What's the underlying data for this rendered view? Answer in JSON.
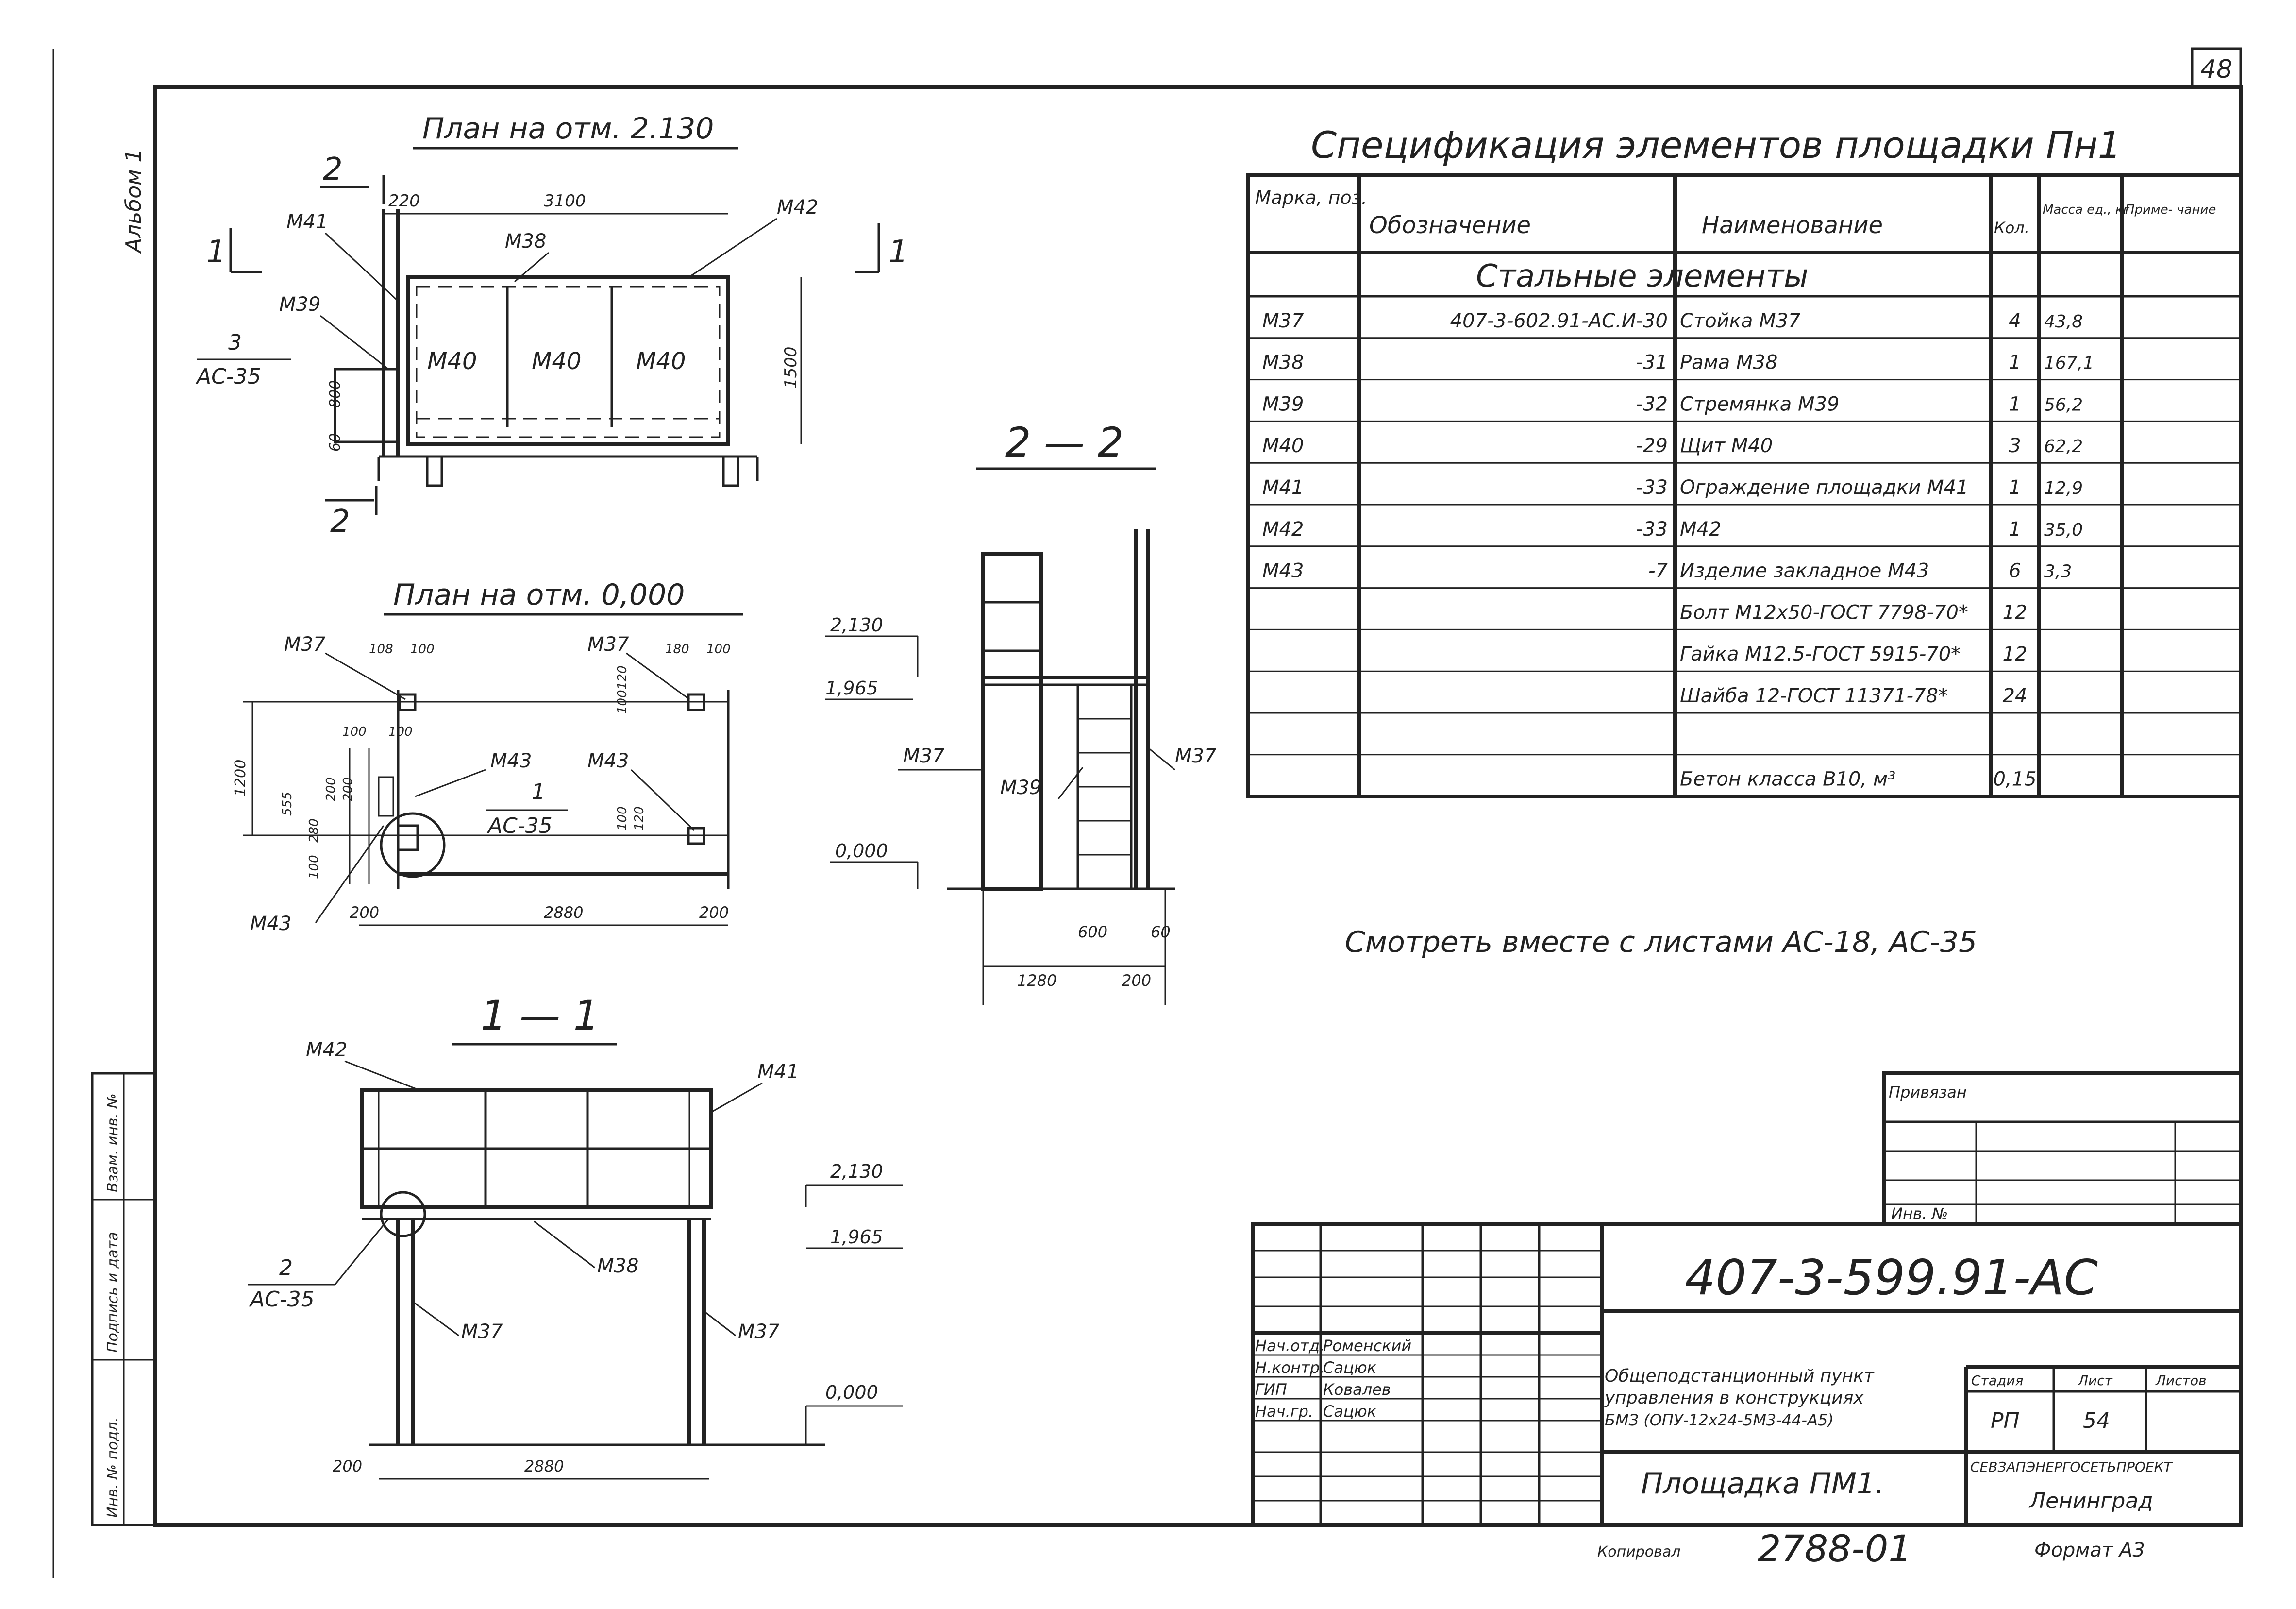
{
  "sheet_number": "48",
  "margin_notes": {
    "top": "Альбом 1",
    "bottom": "Взам. инв. №",
    "signature": "Подпись и дата",
    "inventory": "Инв. № подл."
  },
  "plan_top": {
    "title": "План на отм. 2.130",
    "section_marks": [
      "2",
      "2",
      "1",
      "1"
    ],
    "labels": [
      "М41",
      "М38",
      "М42",
      "М39",
      "М40",
      "М40",
      "М40"
    ],
    "callout": {
      "number": "3",
      "sheet": "АС-35"
    },
    "dims": [
      "220",
      "3100",
      "1500",
      "800",
      "60"
    ]
  },
  "plan_bottom": {
    "title": "План на отм. 0,000",
    "labels": [
      "М37",
      "М37",
      "М43",
      "М43",
      "М43"
    ],
    "callout": {
      "number": "1",
      "sheet": "АС-35"
    },
    "dims": [
      "108",
      "100",
      "180",
      "100",
      "100",
      "100",
      "120",
      "100",
      "200",
      "200",
      "280",
      "100",
      "120",
      "100",
      "1200",
      "555",
      "200",
      "2880",
      "200"
    ]
  },
  "section_22": {
    "title": "2 — 2",
    "levels": [
      "2,130",
      "1,965",
      "0,000"
    ],
    "labels": [
      "М37",
      "М39",
      "М37"
    ],
    "dims": [
      "600",
      "60",
      "1280",
      "200"
    ]
  },
  "section_11": {
    "title": "1 — 1",
    "labels": [
      "М42",
      "М41",
      "М38",
      "М37",
      "М37"
    ],
    "levels": [
      "2,130",
      "1,965",
      "0,000"
    ],
    "callout": {
      "number": "2",
      "sheet": "АС-35"
    },
    "dims": [
      "200",
      "2880"
    ]
  },
  "spec": {
    "title": "Спецификация элементов площадки Пн1",
    "headers": [
      "Марка, поз.",
      "Обозначение",
      "Наименование",
      "Кол.",
      "Масса ед., кг",
      "Приме- чание"
    ],
    "group": "Стальные элементы",
    "rows": [
      [
        "М37",
        "407-3-602.91-АС.И-30",
        "Стойка М37",
        "4",
        "43,8",
        ""
      ],
      [
        "М38",
        "-31",
        "Рама М38",
        "1",
        "167,1",
        ""
      ],
      [
        "М39",
        "-32",
        "Стремянка М39",
        "1",
        "56,2",
        ""
      ],
      [
        "М40",
        "-29",
        "Щит М40",
        "3",
        "62,2",
        ""
      ],
      [
        "М41",
        "-33",
        "Ограждение площадки М41",
        "1",
        "12,9",
        ""
      ],
      [
        "М42",
        "-33",
        "М42",
        "1",
        "35,0",
        ""
      ],
      [
        "М43",
        "-7",
        "Изделие закладное М43",
        "6",
        "3,3",
        ""
      ],
      [
        "",
        "",
        "Болт М12х50-ГОСТ 7798-70*",
        "12",
        "",
        ""
      ],
      [
        "",
        "",
        "Гайка М12.5-ГОСТ 5915-70*",
        "12",
        "",
        ""
      ],
      [
        "",
        "",
        "Шайба 12-ГОСТ 11371-78*",
        "24",
        "",
        ""
      ],
      [
        "",
        "",
        "",
        "",
        "",
        ""
      ],
      [
        "",
        "",
        "Бетон класса В10, м³",
        "0,15",
        "",
        ""
      ]
    ]
  },
  "note": "Смотреть вместе с листами АС-18, АС-35",
  "attach": {
    "label": "Привязан",
    "inv": "Инв. №"
  },
  "stamp": {
    "code": "407-3-599.91-АС",
    "people": [
      [
        "Нач.отд.",
        "Роменский"
      ],
      [
        "Н.контр.",
        "Сацюк"
      ],
      [
        "ГИП",
        "Ковалев"
      ],
      [
        "Нач.гр.",
        "Сацюк"
      ]
    ],
    "project": [
      "Общеподстанционный пункт",
      "управления в конструкциях",
      "БМЗ (ОПУ-12х24-5М3-44-А5)"
    ],
    "stage_header": "Стадия",
    "sheet_header": "Лист",
    "sheets_header": "Листов",
    "stage": "РП",
    "sheet": "54",
    "drawing_name": "Площадка ПМ1.",
    "org": "СЕВЗАПЭНЕРГОСЕТЬПРОЕКТ",
    "city": "Ленинград"
  },
  "footer": {
    "copy": "Копировал",
    "number": "2788-01",
    "format": "Формат А3"
  }
}
